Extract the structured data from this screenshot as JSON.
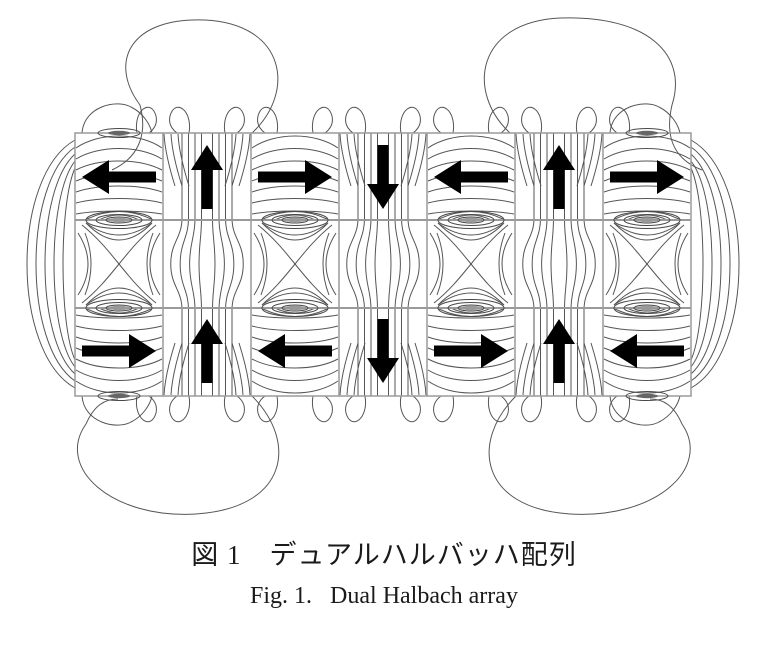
{
  "figure": {
    "caption_jp": "図 1　デュアルハルバッハ配列",
    "caption_en": "Fig. 1.   Dual Halbach array"
  },
  "diagram": {
    "description": "Dual Halbach array with magnetic flux contour lines",
    "grid": {
      "columns": 7,
      "magnet_rows": 2,
      "air_gap_rows": 1
    },
    "top_row_arrows": [
      "left",
      "up",
      "right",
      "down",
      "left",
      "up",
      "right"
    ],
    "bottom_row_arrows": [
      "right",
      "up",
      "left",
      "down",
      "right",
      "up",
      "left"
    ],
    "colors": {
      "background": "#ffffff",
      "grid_line": "#9a9a9a",
      "contour_line": "#474747",
      "arrow": "#000000",
      "eye_mark_inner": "#999999",
      "eye_mark_outer": "#666666",
      "text": "#1a1a1a"
    }
  }
}
